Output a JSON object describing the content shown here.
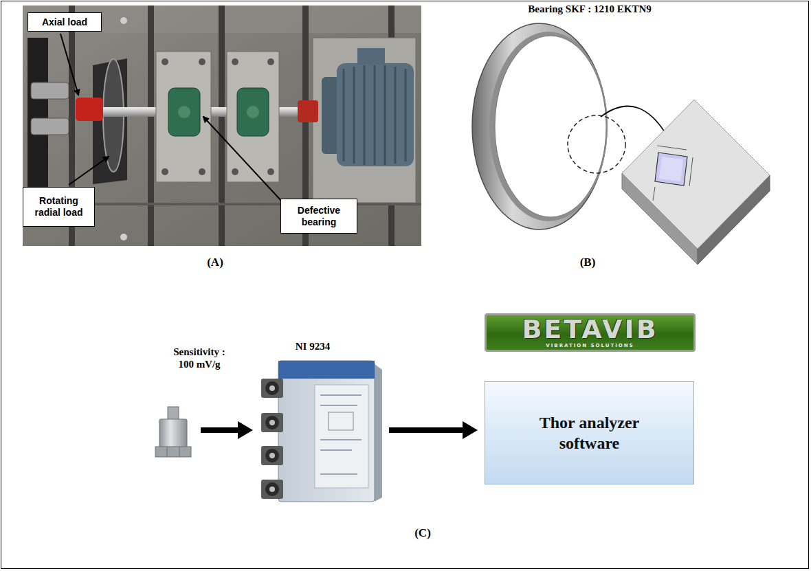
{
  "diagram": {
    "nodes": [
      {
        "text": [
          "Axial load"
        ]
      },
      {
        "text": [
          "Rotating radial load"
        ]
      },
      {
        "text": [
          "Defective bearing"
        ]
      },
      {
        "text": [
          "Sensitivity : 100 mV/g"
        ]
      },
      {
        "text": [
          "NI 9234"
        ]
      },
      {
        "text": [
          "BETAVIB",
          "VIBRATION SOLUTIONS"
        ]
      },
      {
        "text": [
          "Thor analyzer software"
        ]
      }
    ],
    "edges": [
      {
        "from": 3,
        "to": 4,
        "arrow": "to"
      },
      {
        "from": 4,
        "to": 6,
        "arrow": "to"
      }
    ],
    "labels": [
      "(A)",
      "Bearing SKF : 1210 EKTN9",
      "(B)",
      "(C)"
    ]
  }
}
